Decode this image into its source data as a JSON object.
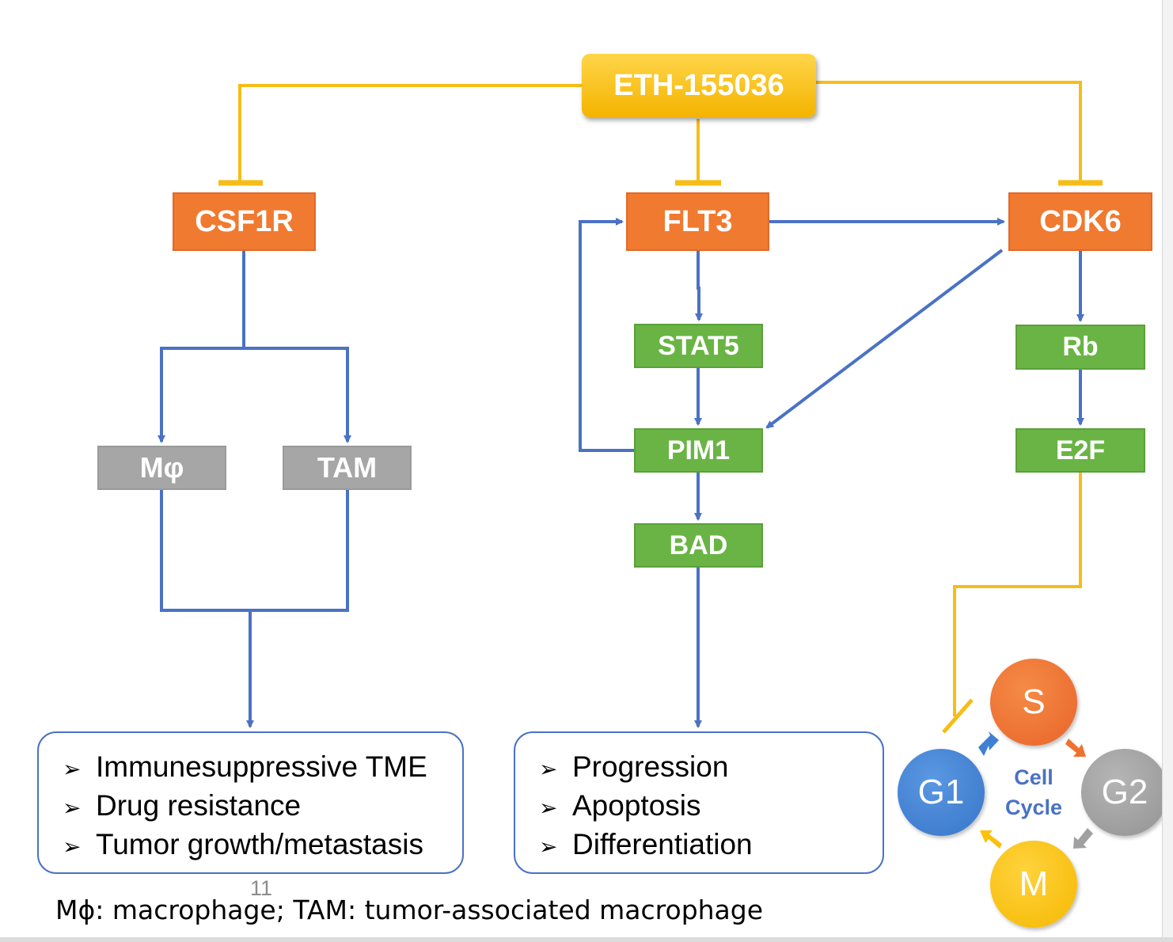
{
  "drug": "ETH-155036",
  "targets": {
    "csf1r": "CSF1R",
    "flt3": "FLT3",
    "cdk6": "CDK6"
  },
  "effectors": {
    "stat5": "STAT5",
    "pim1": "PIM1",
    "bad": "BAD",
    "rb": "Rb",
    "e2f": "E2F",
    "macrophage": "Mφ",
    "tam": "TAM"
  },
  "outcomes": {
    "left": [
      "Immunesuppressive TME",
      "Drug resistance",
      "Tumor growth/metastasis"
    ],
    "middle": [
      "Progression",
      "Apoptosis",
      "Differentiation"
    ]
  },
  "bullet_glyph": "➢",
  "cell_cycle": {
    "label_line1": "Cell",
    "label_line2": "Cycle",
    "phases": {
      "s": "S",
      "g1": "G1",
      "g2": "G2",
      "m": "M"
    }
  },
  "page_number": "11",
  "footnote": "Mϕ: macrophage; TAM: tumor-associated macrophage",
  "colors": {
    "inhibit": "#f6bd16",
    "activate": "#4a72c4",
    "kinase": "#f07a30",
    "effector": "#6ab445",
    "cell_type": "#a6a6a6",
    "phase_s": "#ee7330",
    "phase_g1": "#3f80d3",
    "phase_g2": "#a0a0a0",
    "phase_m": "#fcc10d"
  }
}
